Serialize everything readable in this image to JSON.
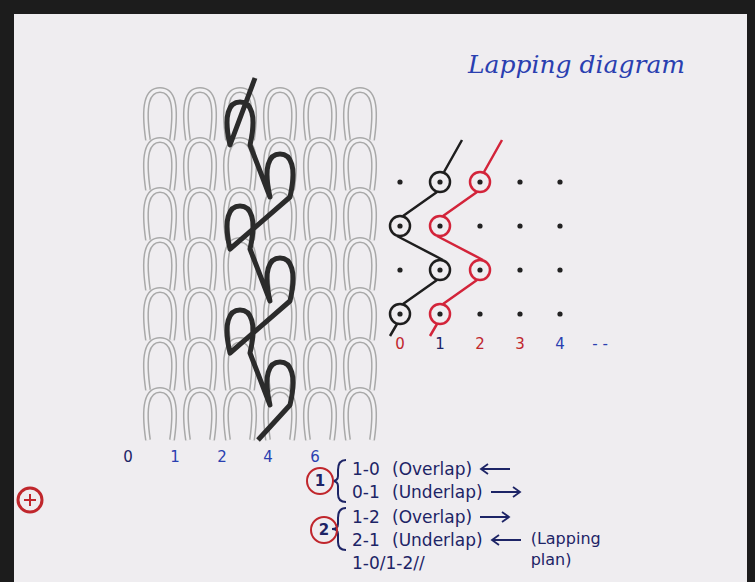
{
  "diagram": {
    "title": "Lapping diagram",
    "nodes": [
      {
        "text": [
          "1"
        ]
      },
      {
        "text": [
          "2"
        ]
      }
    ],
    "labels": [
      "0",
      "1",
      "2",
      "4",
      "6",
      "0",
      "1",
      "2",
      "3",
      "4",
      "- -",
      "1-0",
      "(Overlap)",
      "0-1",
      "(Underlap)",
      "1-2",
      "(Overlap)",
      "2-1",
      "(Underlap)",
      "1-0/1-2//",
      "(Lapping plan)"
    ]
  }
}
